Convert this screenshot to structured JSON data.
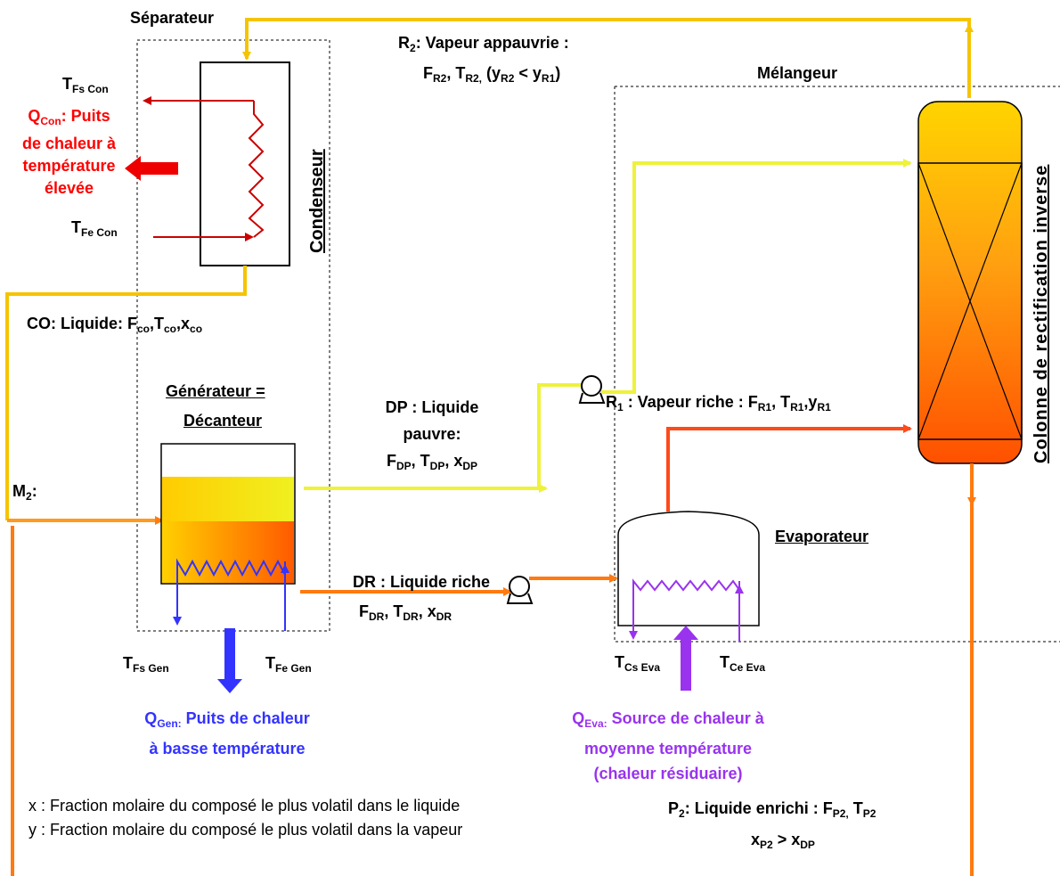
{
  "labels": {
    "separateur": "Séparateur",
    "condenseur": "Condenseur",
    "melangeur": "Mélangeur",
    "colonne": "Colonne de rectification inverse",
    "generateur_line1": "Générateur",
    "generateur_eq": "=",
    "generateur_line2": "Décanteur",
    "evaporateur": "Evaporateur",
    "r2_line1_sym": "R",
    "r2_line1_sub": "2",
    "r2_line1_text": ": Vapeur appauvrie :",
    "tfs_con": "T",
    "tfs_con_sub": "Fs Con",
    "tfe_con": "T",
    "tfe_con_sub": "Fe Con",
    "qcon_q": "Q",
    "qcon_sub": "Con",
    "qcon_line1": ": Puits",
    "qcon_line2": "de chaleur à",
    "qcon_line3": "température",
    "qcon_line4": "élevée",
    "co_text": "CO: Liquide: ",
    "m2_sym": "M",
    "m2_sub": "2",
    "m2_colon": ":",
    "dp_line1": "DP : Liquide",
    "dp_line2": "pauvre:",
    "r1_sym": "R",
    "r1_sub": "1",
    "r1_text": " : Vapeur riche : ",
    "dr_line1": "DR : Liquide riche",
    "tfs_gen": "T",
    "tfs_gen_sub": "Fs Gen",
    "tfe_gen": "T",
    "tfe_gen_sub": "Fe Gen",
    "qgen_q": "Q",
    "qgen_sub": "Gen:",
    "qgen_line1": " Puits de chaleur",
    "qgen_line2": "à basse température",
    "tcs_eva": "T",
    "tcs_eva_sub": "Cs Eva",
    "tce_eva": "T",
    "tce_eva_sub": "Ce Eva",
    "qeva_q": "Q",
    "qeva_sub": "Eva:",
    "qeva_line1": " Source de chaleur à",
    "qeva_line2": "moyenne température",
    "qeva_line3": "(chaleur résiduaire)",
    "p2_sym": "P",
    "p2_sub": "2",
    "p2_text": ": Liquide enrichi : ",
    "note_x": "x : Fraction molaire du composé le plus volatil dans le liquide",
    "note_y": "y : Fraction molaire du composé le plus volatil dans la vapeur"
  },
  "colors": {
    "yellow_line": "#f5c400",
    "light_yellow_line": "#eef23a",
    "orange_line": "#ff7a10",
    "red_line": "#ff4a1a",
    "dark_red": "#cc0000",
    "blue": "#3333ff",
    "purple": "#9933ee"
  }
}
